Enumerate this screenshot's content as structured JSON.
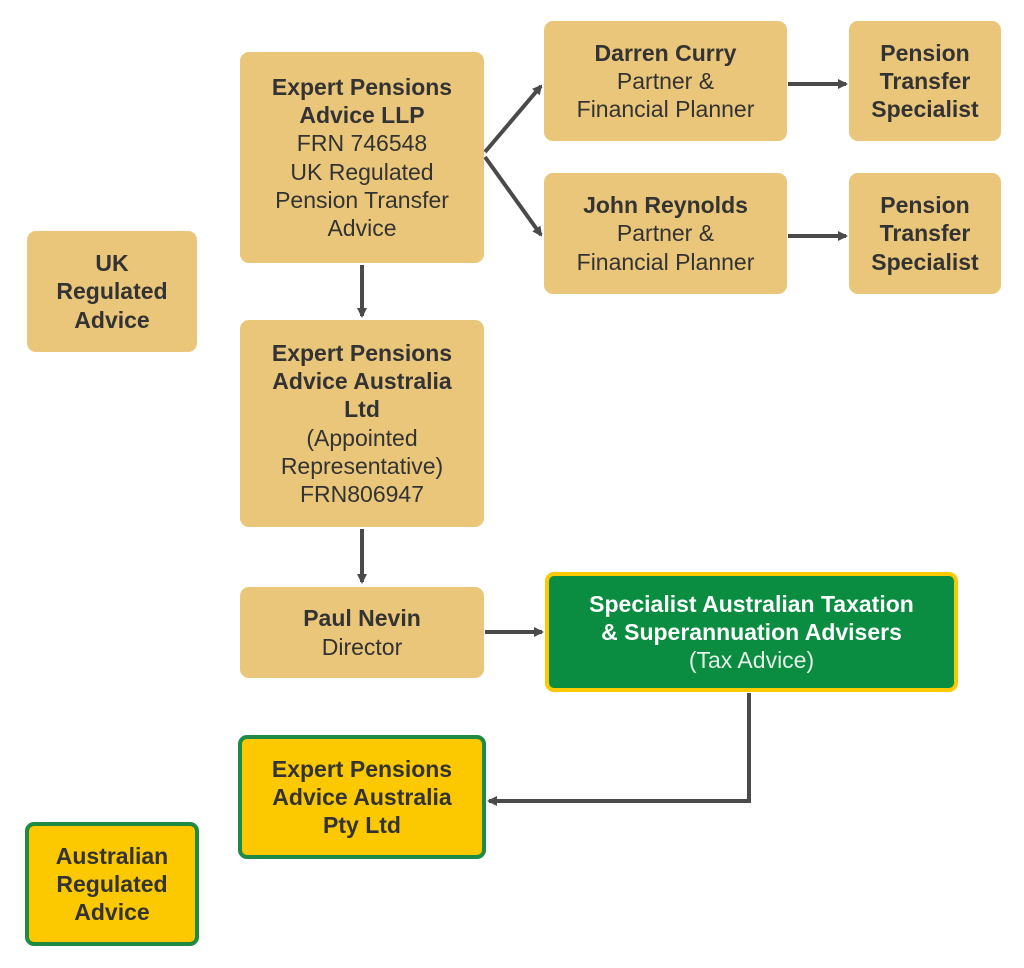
{
  "legend": {
    "uk": "UK\nRegulated\nAdvice",
    "au": "Australian\nRegulated\nAdvice"
  },
  "nodes": {
    "epa_llp": {
      "title": "Expert Pensions\nAdvice LLP",
      "body": "FRN 746548\nUK Regulated\nPension Transfer\nAdvice"
    },
    "darren": {
      "title": "Darren Curry",
      "body": "Partner &\nFinancial Planner"
    },
    "pts1": {
      "title": "Pension\nTransfer\nSpecialist"
    },
    "john": {
      "title": "John Reynolds",
      "body": "Partner &\nFinancial Planner"
    },
    "pts2": {
      "title": "Pension\nTransfer\nSpecialist"
    },
    "epa_aus_ltd": {
      "title": "Expert Pensions\nAdvice Australia\nLtd",
      "body": "(Appointed\nRepresentative)\nFRN806947"
    },
    "paul": {
      "title": "Paul Nevin",
      "body": "Director"
    },
    "specialist": {
      "title": "Specialist Australian Taxation\n& Superannuation Advisers",
      "body": "(Tax Advice)"
    },
    "epa_pty": {
      "title": "Expert Pensions\nAdvice Australia\nPty Ltd"
    }
  },
  "colors": {
    "tan": "#eac67a",
    "yellow": "#fcc900",
    "green": "#0a8c41",
    "arrow": "#4a4a4a",
    "text": "#333333"
  }
}
